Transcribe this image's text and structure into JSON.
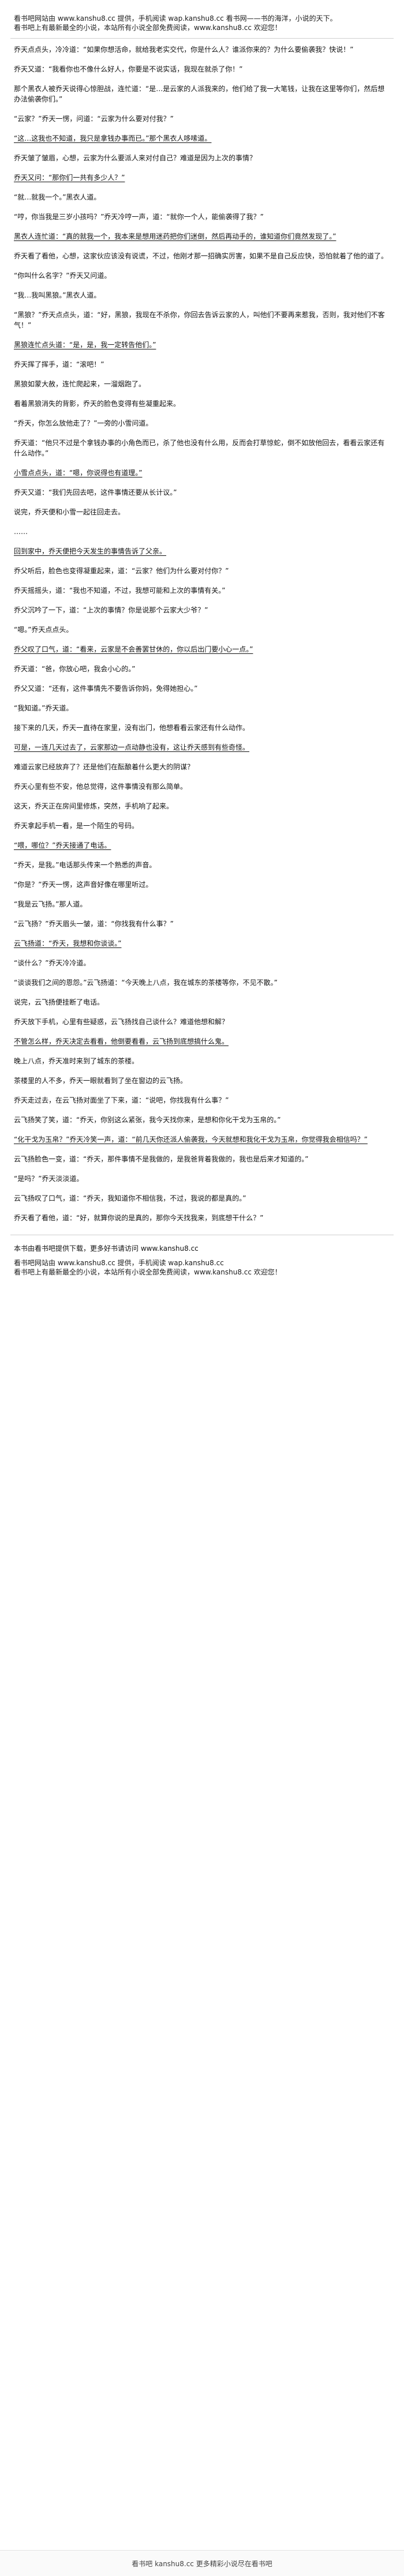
{
  "header": {
    "line1": "看书吧网站由 www.kanshu8.cc 提供，手机阅读 wap.kanshu8.cc 看书网——书的海洋，小说的天下。",
    "line2": "看书吧上有最新最全的小说，本站所有小说全部免费阅读，www.kanshu8.cc 欢迎您！"
  },
  "content": {
    "paragraphs": [
      "乔天点点头，冷冷道：“如果你想活命，就给我老实交代，你是什么人？谁派你来的？为什么要偷袭我？快说！”",
      "乔天又道：“我看你也不像什么好人，你要是不说实话，我现在就杀了你！”",
      "那个黑衣人被乔天说得心惊胆战，连忙道：“是…是云家的人派我来的，他们给了我一大笔钱，让我在这里等你们，然后想办法偷袭你们。”",
      "“云家？”乔天一愣，问道：“云家为什么要对付我？”",
      "“这…这我也不知道，我只是拿钱办事而已。”那个黑衣人哆嗦道。",
      "乔天皱了皱眉，心想，云家为什么要派人来对付自己？难道是因为上次的事情？",
      "乔天又问：“那你们一共有多少人？”",
      "“就…就我一个。”黑衣人道。",
      "“哼，你当我是三岁小孩吗？”乔天冷哼一声，道：“就你一个人，能偷袭得了我？”",
      "黑衣人连忙道：“真的就我一个，我本来是想用迷药把你们迷倒，然后再动手的，谁知道你们竟然发现了。”",
      "乔天看了看他，心想，这家伙应该没有说谎，不过，他刚才那一招确实厉害，如果不是自己反应快，恐怕就着了他的道了。",
      "“你叫什么名字？”乔天又问道。",
      "“我…我叫黑狼。”黑衣人道。",
      "“黑狼？”乔天点点头，道：“好，黑狼，我现在不杀你，你回去告诉云家的人，叫他们不要再来惹我，否则，我对他们不客气！”",
      "黑狼连忙点头道：“是，是，我一定转告他们。”",
      "乔天挥了挥手，道：“滚吧！”",
      "黑狼如蒙大赦，连忙爬起来，一溜烟跑了。",
      "看着黑狼消失的背影，乔天的脸色变得有些凝重起来。",
      "“乔天，你怎么放他走了？”一旁的小雪问道。",
      "乔天道：“他只不过是个拿钱办事的小角色而已，杀了他也没有什么用，反而会打草惊蛇，倒不如放他回去，看看云家还有什么动作。”",
      "小雪点点头，道：“嗯，你说得也有道理。”",
      "乔天又道：“我们先回去吧，这件事情还要从长计议。”",
      "说完，乔天便和小雪一起往回走去。",
      "……",
      "回到家中，乔天便把今天发生的事情告诉了父亲。",
      "乔父听后，脸色也变得凝重起来，道：“云家？他们为什么要对付你？”",
      "乔天摇摇头，道：“我也不知道，不过，我想可能和上次的事情有关。”",
      "乔父沉吟了一下，道：“上次的事情？你是说那个云家大少爷？”",
      "“嗯。”乔天点点头。",
      "乔父叹了口气，道：“看来，云家是不会善罢甘休的，你以后出门要小心一点。”",
      "乔天道：“爸，你放心吧，我会小心的。”",
      "乔父又道：“还有，这件事情先不要告诉你妈，免得她担心。”",
      "“我知道。”乔天道。",
      "接下来的几天，乔天一直待在家里，没有出门，他想看看云家还有什么动作。",
      "可是，一连几天过去了，云家那边一点动静也没有，这让乔天感到有些奇怪。",
      "难道云家已经放弃了？还是他们在酝酿着什么更大的阴谋？",
      "乔天心里有些不安，他总觉得，这件事情没有那么简单。",
      "这天，乔天正在房间里修炼，突然，手机响了起来。",
      "乔天拿起手机一看，是一个陌生的号码。",
      "“喂，哪位？”乔天接通了电话。",
      "“乔天，是我。”电话那头传来一个熟悉的声音。",
      "“你是？”乔天一愣，这声音好像在哪里听过。",
      "“我是云飞扬。”那人道。",
      "“云飞扬？”乔天眉头一皱，道：“你找我有什么事？”",
      "云飞扬道：“乔天，我想和你谈谈。”",
      "“谈什么？”乔天冷冷道。",
      "“谈谈我们之间的恩怨。”云飞扬道：“今天晚上八点，我在城东的茶楼等你，不见不散。”",
      "说完，云飞扬便挂断了电话。",
      "乔天放下手机，心里有些疑惑，云飞扬找自己谈什么？难道他想和解？",
      "不管怎么样，乔天决定去看看，他倒要看看，云飞扬到底想搞什么鬼。",
      "晚上八点，乔天准时来到了城东的茶楼。",
      "茶楼里的人不多，乔天一眼就看到了坐在窗边的云飞扬。",
      "乔天走过去，在云飞扬对面坐了下来，道：“说吧，你找我有什么事？”",
      "云飞扬笑了笑，道：“乔天，你别这么紧张，我今天找你来，是想和你化干戈为玉帛的。”",
      "“化干戈为玉帛？”乔天冷笑一声，道：“前几天你还派人偷袭我，今天就想和我化干戈为玉帛，你觉得我会相信吗？”",
      "云飞扬脸色一变，道：“乔天，那件事情不是我做的，是我爸背着我做的，我也是后来才知道的。”",
      "“是吗？”乔天淡淡道。",
      "云飞扬叹了口气，道：“乔天，我知道你不相信我，不过，我说的都是真的。”",
      "乔天看了看他，道：“好，就算你说的是真的，那你今天找我来，到底想干什么？”"
    ],
    "divider": "………",
    "underline_indices": [
      4,
      6,
      9,
      14,
      20,
      24,
      29,
      34,
      39,
      44,
      49,
      54
    ]
  },
  "footer": {
    "promo": "本书由看书吧提供下载，更多好书请访问 www.kanshu8.cc",
    "line1": "看书吧网站由 www.kanshu8.cc 提供，手机阅读 wap.kanshu8.cc",
    "line2": "看书吧上有最新最全的小说，本站所有小说全部免费阅读，www.kanshu8.cc 欢迎您！"
  },
  "bottom_bar": {
    "text": "看书吧 kanshu8.cc 更多精彩小说尽在看书吧"
  }
}
